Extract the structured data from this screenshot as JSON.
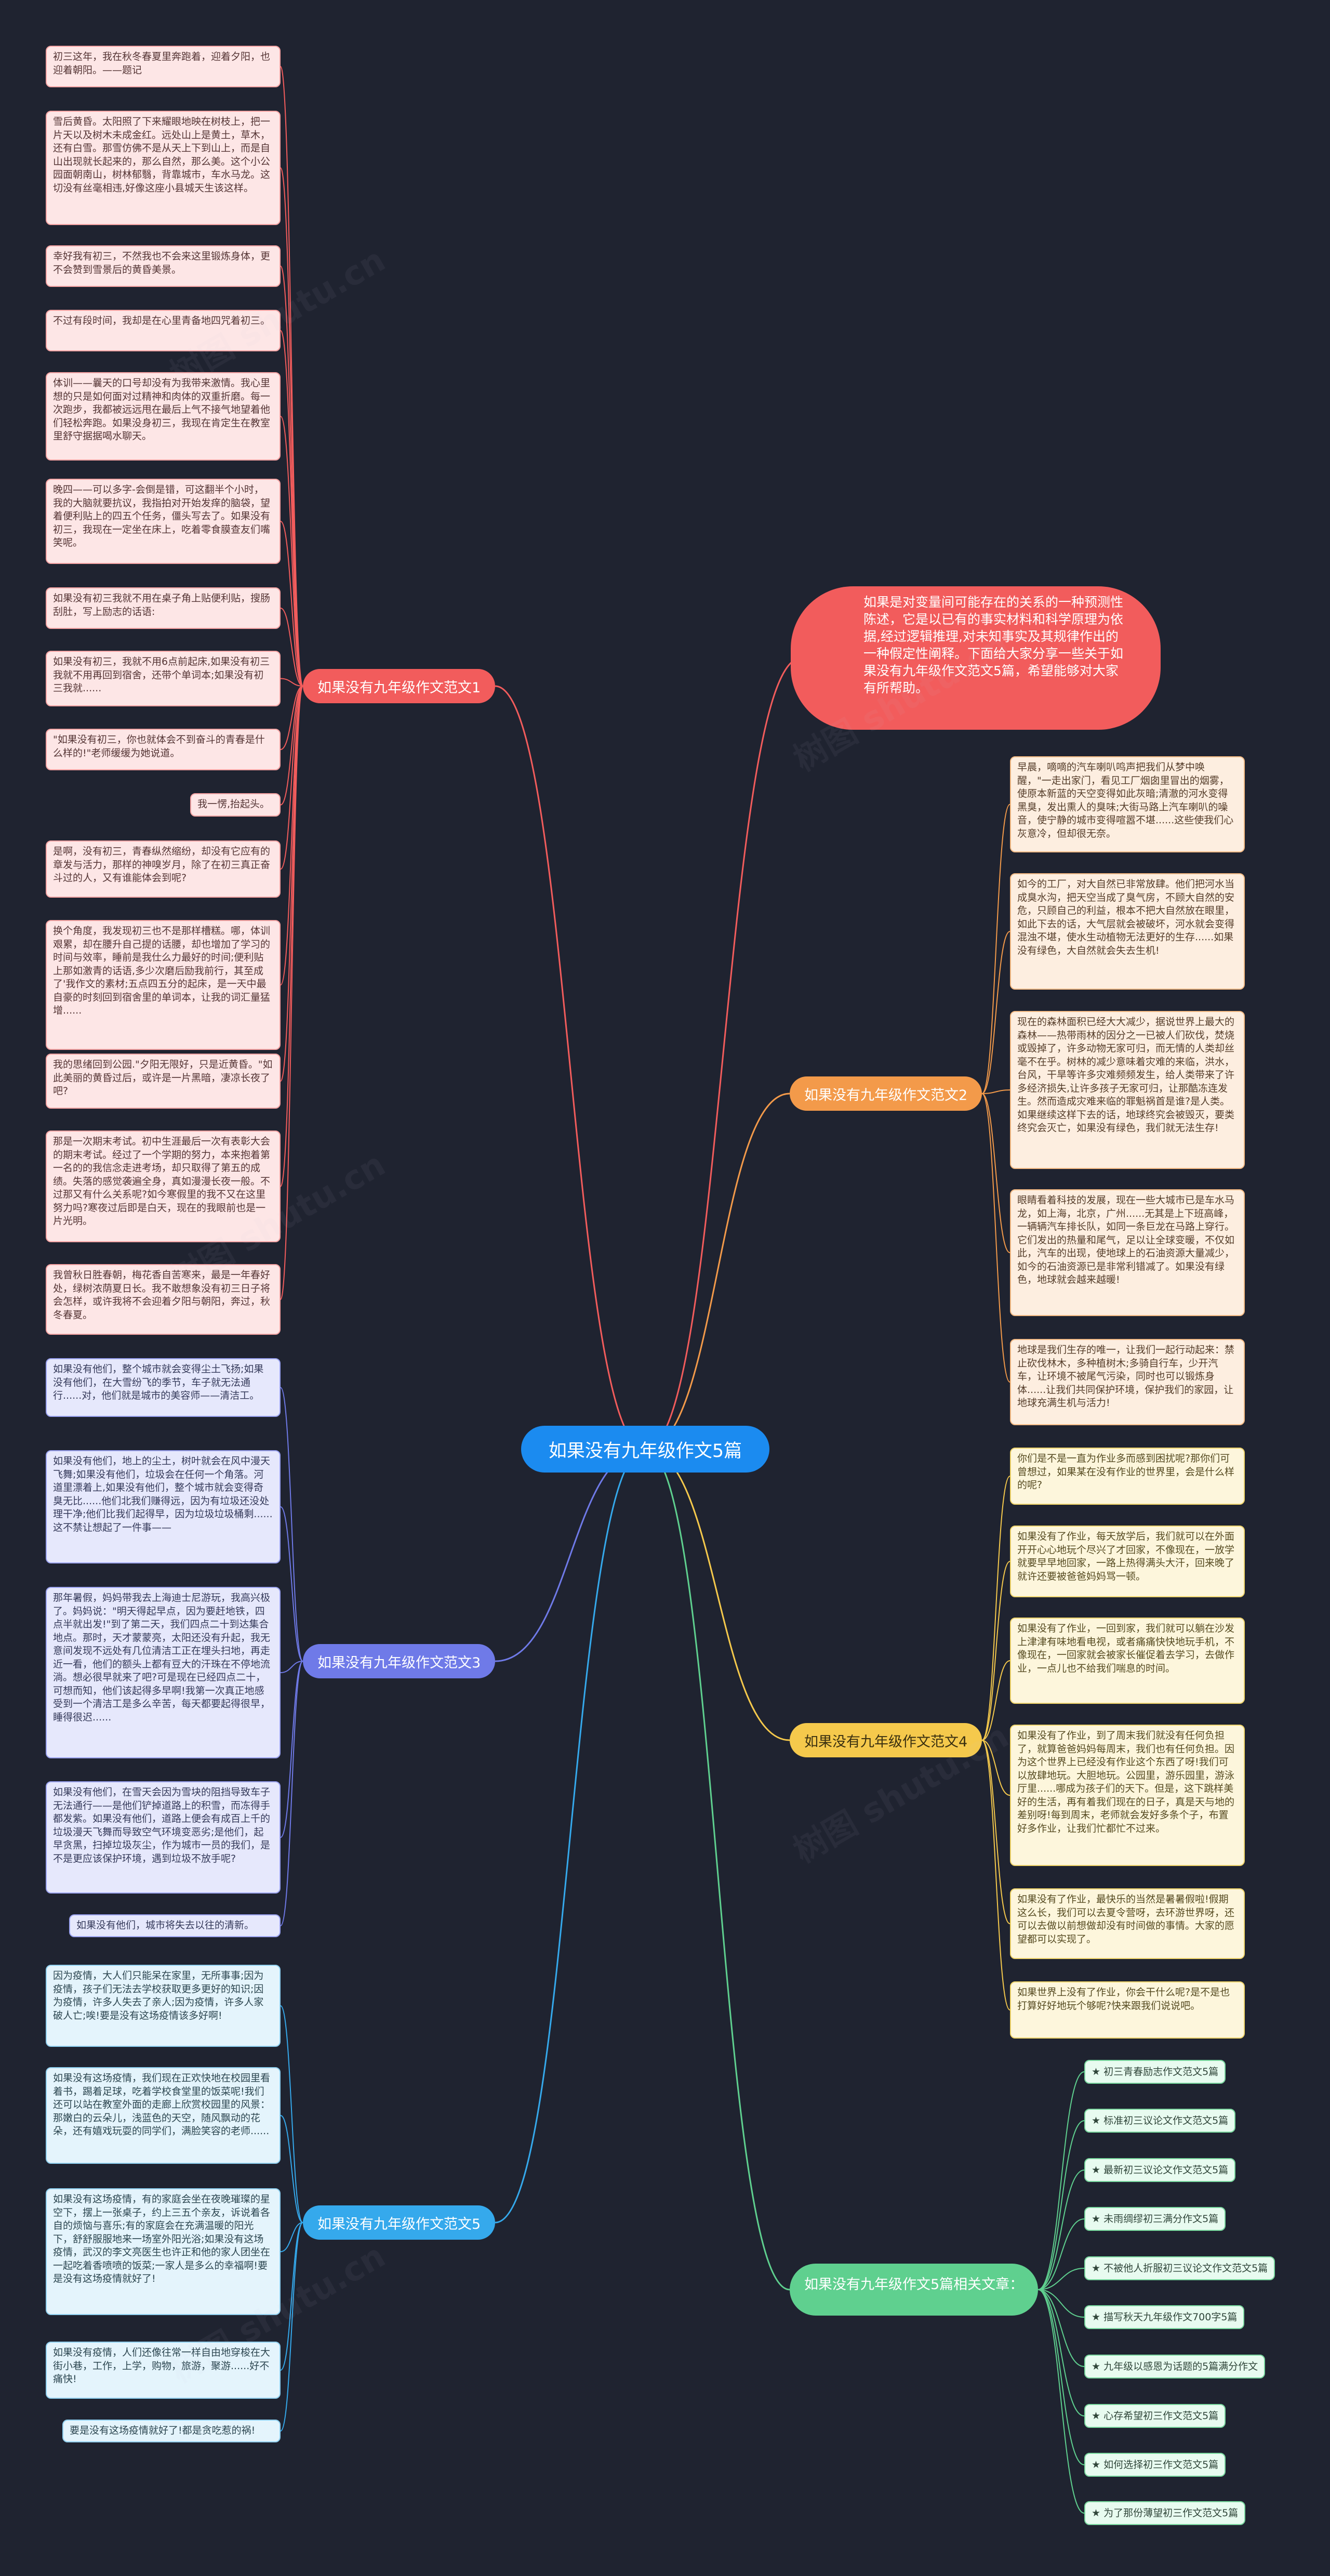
{
  "root": "如果没有九年级作文5篇",
  "intro": "如果是对变量间可能存在的关系的一种预测性陈述，它是以已有的事实材料和科学原理为依据,经过逻辑推理,对未知事实及其规律作出的一种假定性阐释。下面给大家分享一些关于如果没有九年级作文范文5篇，希望能够对大家有所帮助。",
  "branches": {
    "b1": "如果没有九年级作文范文1",
    "b2": "如果没有九年级作文范文2",
    "b3": "如果没有九年级作文范文3",
    "b4": "如果没有九年级作文范文4",
    "b5": "如果没有九年级作文范文5",
    "b6": "如果没有九年级作文5篇相关文章："
  },
  "leaves1": [
    "初三这年，我在秋冬春夏里奔跑着，迎着夕阳，也迎着朝阳。——题记",
    "雪后黄昏。太阳照了下来耀眼地映在树枝上，把一片天以及树木未成金红。远处山上是黄土，草木，还有白雪。那雪仿佛不是从天上下到山上，而是自山出现就长起来的，那么自然，那么美。这个小公园面朝南山，树林郁翳，背靠城市，车水马龙。这切没有丝毫相违,好像这座小县城天生该这样。",
    "幸好我有初三，不然我也不会来这里锻炼身体，更不会赞到雪景后的黄昏美景。",
    "不过有段时间，我却是在心里青备地四咒着初三。",
    "体训——曩天的口号却没有为我带来激情。我心里想的只是如何面对过精神和肉体的双重折磨。每一次跑步，我都被远远甩在最后上气不接气地望着他们轻松奔跑。如果没身初三，我现在肯定生在教室里舒守据据喝水聊天。",
    "晚四——可以多字-会倒是错，可这翻半个小时，我的大脑就要抗议，我指拍对开始发痒的脑袋，望着便利贴上的四五个任务，僵头写去了。如果没有初三，我现在一定坐在床上，吃着零食膜查友们嘴笑呢。",
    "如果没有初三我就不用在桌子角上贴便利贴，搜肠刮肚，写上励志的话语:",
    "如果没有初三，我就不用6点前起床,如果没有初三我就不用再回到宿舍，还带个单词本;如果没有初三我就......",
    "\"如果没有初三，你也就体会不到奋斗的青春是什么样的!\"老师缓缓为她说道。",
    "我一愣,抬起头。",
    "是啊，没有初三，青春纵然缩纷，却没有它应有的章发与活力，那样的神嗅岁月，除了在初三真正奋斗过的人，又有谁能体会到呢?",
    "换个角度，我发现初三也不是那样槽糕。哪，体训艰累，却在腰升自己提的话腰，却也增加了学习的时间与效率，睡前是我仕么力最好的时间;便利贴上那如激青的话语,多少次磨后励我前行，其至成了'我作文的素材;五点四五分的起床，是一天中最自豪的时刻回到宿舍里的单词本，让我的词汇量猛增......",
    "我的思绪回到公园.\"夕阳无限好，只是近黄昏。\"如此美丽的黄昏过后，或许是一片黑暗，凄凉长夜了吧?",
    "那是一次期末考试。初中生涯最后一次有表彰大会的期末考试。经过了一个学期的努力，本来抱着第一名的的我信念走进考场，却只取得了第五的成绩。失落的感觉袭遍全身，真如漫漫长夜一般。不过那又有什么关系呢?如今寒假里的我不又在这里努力吗?寒夜过后即是白天，现在的我眼前也是一片光明。",
    "我曾秋日胜春朝，梅花香自苦寒来，最是一年春好处，绿树浓荫夏日长。我不敢想象没有初三日子将会怎样，或许我将不会迎着夕阳与朝阳，奔过，秋冬春夏。"
  ],
  "leaves2": [
    "早晨，嘀嘀的汽车喇叭鸣声把我们从梦中唤醒，\"一走出家门，看见工厂烟囱里冒出的烟雾，使原本新蓝的天空变得如此灰暗;清澈的河水变得黑臭，发出熏人的臭味;大街马路上汽车喇叭的噪音，使宁静的城市变得喧嚣不堪......这些使我们心灰意冷，但却很无奈。",
    "如今的工厂，对大自然已非常放肆。他们把河水当成臭水沟，把天空当成了臭气房，不顾大自然的安危，只顾自己的利益，根本不把大自然放在眼里，如此下去的话，大气层就会被破坏，河水就会变得混浊不堪，使水生动植物无法更好的生存......如果没有绿色，大自然就会失去生机!",
    "现在的森林面积已经大大减少，据说世界上最大的森林——热带雨林的因分之一已被人们砍伐，焚烧或毁掉了，许多动物无家可归，而无情的人类却丝毫不在乎。树林的减少意味着灾难的来临，洪水，台风，干旱等许多灾难频频发生，给人类带来了许多经济损失,让许多孩子无家可归，让那酷冻连发生。然而造成灾难来临的罪魁祸首是谁?是人类。如果继续这样下去的话，地球终究会被毁灭，要类终究会灭亡，如果没有绿色，我们就无法生存!",
    "眼睛看着科技的发展，现在一些大城市已是车水马龙，如上海，北京，广州......无其是上下班高峰，一辆辆汽车排长队，如同一条巨龙在马路上穿行。它们发出的热量和尾气，足以让全球变暖，不仅如此，汽车的出现，使地球上的石油资源大量减少，如今的石油资源已是非常利错减了。如果没有绿色，地球就会越来越暖!",
    "地球是我们生存的唯一，让我们一起行动起来：禁止砍伐林木，多种植树木;多骑自行车，少开汽车，让环境不被尾气污染，同时也可以锻炼身体......让我们共同保护环境，保护我们的家园，让地球充满生机与活力!"
  ],
  "leaves3": [
    "如果没有他们，整个城市就会变得尘土飞扬;如果没有他们，在大雪纷飞的季节，车子就无法通行......对，他们就是城市的美容师——清洁工。",
    "如果没有他们，地上的尘土，树叶就会在风中漫天飞舞;如果没有他们，垃圾会在任何一个角落。河道里漂着上,如果没有他们，整个城市就会变得奇臭无比......他们北我们赚得远，因为有垃圾还没处理干净;他们比我们起得早，因为垃圾垃圾桶剩......这不禁让想起了一件事——",
    "那年暑假，妈妈带我去上海迪士尼游玩，我高兴极了。妈妈说：\"明天得起早点，因为要赶地铁，四点半就出发!\"到了第二天，我们四点二十到达集合地点。那时，天才蒙蒙亮，太阳还没有升起，我无意间发现不远处有几位清洁工正在埋头扫地，再走近一看，他们的额头上都有豆大的汗珠在不停地流淌。想必很早就来了吧?可是现在已经四点二十，可想而知，他们该起得多早啊!我第一次真正地感受到一个清洁工是多么辛苦，每天都要起得很早，睡得很迟......",
    "如果没有他们，在雪天会因为雪块的阻挡导致车子无法通行——是他们铲掉道路上的积雪，而冻得手都发紫。如果没有他们，道路上便会有成百上千的垃圾漫天飞舞而导致空气环境变恶劣;是他们，起早贪黑，扫掉垃圾灰尘，作为城市一员的我们，是不是更应该保护环境，遇到垃圾不放手呢?",
    "如果没有他们，城市将失去以往的清新。"
  ],
  "leaves4": [
    "你们是不是一直为作业多而感到困扰呢?那你们可曾想过，如果某在没有作业的世界里，会是什么样的呢?",
    "如果没有了作业，每天放学后，我们就可以在外面开开心心地玩个尽兴了才回家，不像现在，一放学就要早早地回家，一路上热得满头大汗，回来晚了就许还要被爸爸妈妈骂一顿。",
    "如果没有了作业，一回到家，我们就可以躺在沙发上津津有味地看电视，或者痛痛快快地玩手机，不像现在，一回家就会被家长催促着去学习，去做作业，一点儿也不给我们喘息的时间。",
    "如果没有了作业，到了周末我们就没有任何负担了，就算爸爸妈妈每周末，我们也有任何负担。因为这个世界上已经没有作业这个东西了呀!我们可以放肆地玩。大胆地玩。公园里，游乐园里，游泳厅里......哪成为孩子们的天下。但是，这下跳样美好的生活，再有着我们现在的日子，真是天与地的差别呀!每到周末，老师就会发好多条个子，布置好多作业，让我们忙都忙不过来。",
    "如果没有了作业，最快乐的当然是暑暑假啦!假期这么长，我们可以去夏令营呀，去环游世界呀，还可以去做以前想做却没有时间做的事情。大家的愿望都可以实现了。",
    "如果世界上没有了作业，你会干什么呢?是不是也打算好好地玩个够呢?快来跟我们说说吧。"
  ],
  "leaves5": [
    "因为疫情，大人们只能呆在家里，无所事事;因为疫情，孩子们无法去学校获取更多更好的知识;因为疫情，许多人失去了亲人;因为疫情，许多人家破人亡;唉!要是没有这场疫情该多好啊!",
    "如果没有这场疫情，我们现在正欢快地在校园里看着书，踢着足球，吃着学校食堂里的饭菜呢!我们还可以站在教室外面的走廊上欣赏校园里的风景：那嫩白的云朵儿，浅蓝色的天空，随风飘动的花朵，还有嬉戏玩耍的同学们，满脸笑容的老师......",
    "如果没有这场疫情，有的家庭会坐在夜晚璀璨的星空下，摆上一张桌子，约上三五个亲友，诉说着各自的烦恼与喜乐;有的家庭会在充满温暖的阳光下，舒舒服服地来一场室外阳光浴;如果没有这场疫情，武汉的李文亮医生也许正和他的家人团坐在一起吃着香喷喷的饭菜;一家人是多么的幸福啊!要是没有这场疫情就好了!",
    "如果没有疫情，人们还像往常一样自由地穿梭在大街小巷，工作，上学，购物，旅游，聚游......好不痛快!",
    "要是没有这场疫情就好了!都是贪吃惹的祸!"
  ],
  "links": [
    "★ 初三青春励志作文范文5篇",
    "★ 标准初三议论文作文范文5篇",
    "★ 最新初三议论文作文范文5篇",
    "★ 未雨绸缪初三满分作文5篇",
    "★ 不被他人折服初三议论文作文范文5篇",
    "★ 描写秋天九年级作文700字5篇",
    "★ 九年级以感恩为话题的5篇满分作文",
    "★ 心存希望初三作文范文5篇",
    "★ 如何选择初三作文范文5篇",
    "★ 为了那份薄望初三作文范文5篇"
  ],
  "colors": {
    "branch1": "#f25c5c",
    "branch2": "#f39a4a",
    "branch3": "#6f7ae8",
    "branch4": "#f5c94c",
    "branch5": "#35a9ec",
    "branch6": "#5fd08f"
  },
  "watermark": "树图 shutu.cn"
}
